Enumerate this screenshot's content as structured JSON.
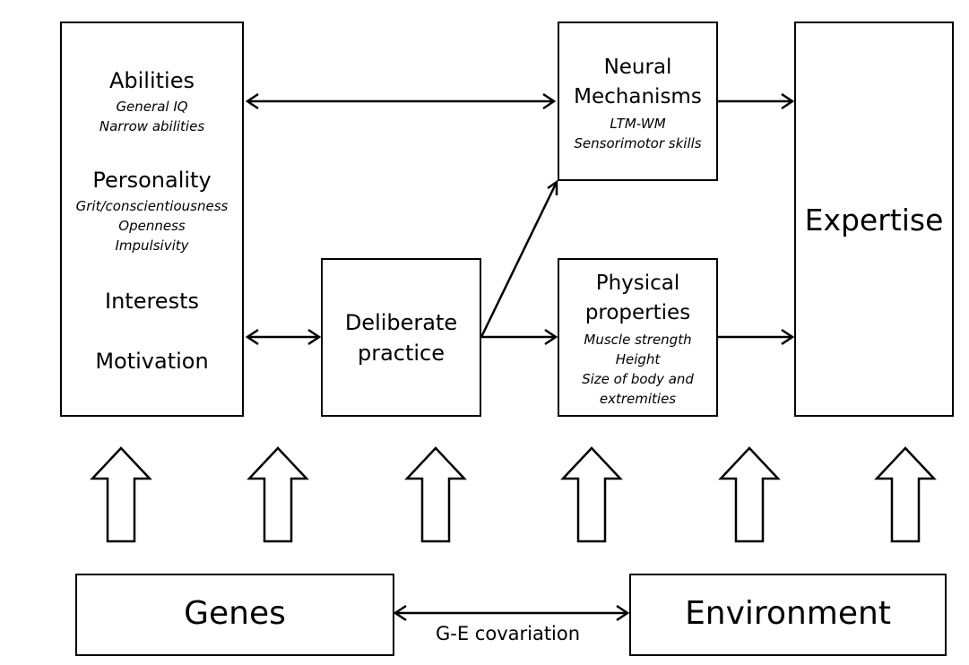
{
  "factors": {
    "abilities": "Abilities",
    "abilities_items": [
      "General IQ",
      "Narrow abilities"
    ],
    "personality": "Personality",
    "personality_items": [
      "Grit/conscientiousness",
      "Openness",
      "Impulsivity"
    ],
    "interests": "Interests",
    "motivation": "Motivation"
  },
  "deliberate_practice": [
    "Deliberate",
    "practice"
  ],
  "neural": {
    "title": [
      "Neural",
      "Mechanisms"
    ],
    "items": [
      "LTM-WM",
      "Sensorimotor skills"
    ]
  },
  "physical": {
    "title": [
      "Physical",
      "properties"
    ],
    "items": [
      "Muscle strength",
      "Height",
      "Size of body and",
      "extremities"
    ]
  },
  "expertise": "Expertise",
  "genes": "Genes",
  "environment": "Environment",
  "ge_covariation": "G-E covariation"
}
